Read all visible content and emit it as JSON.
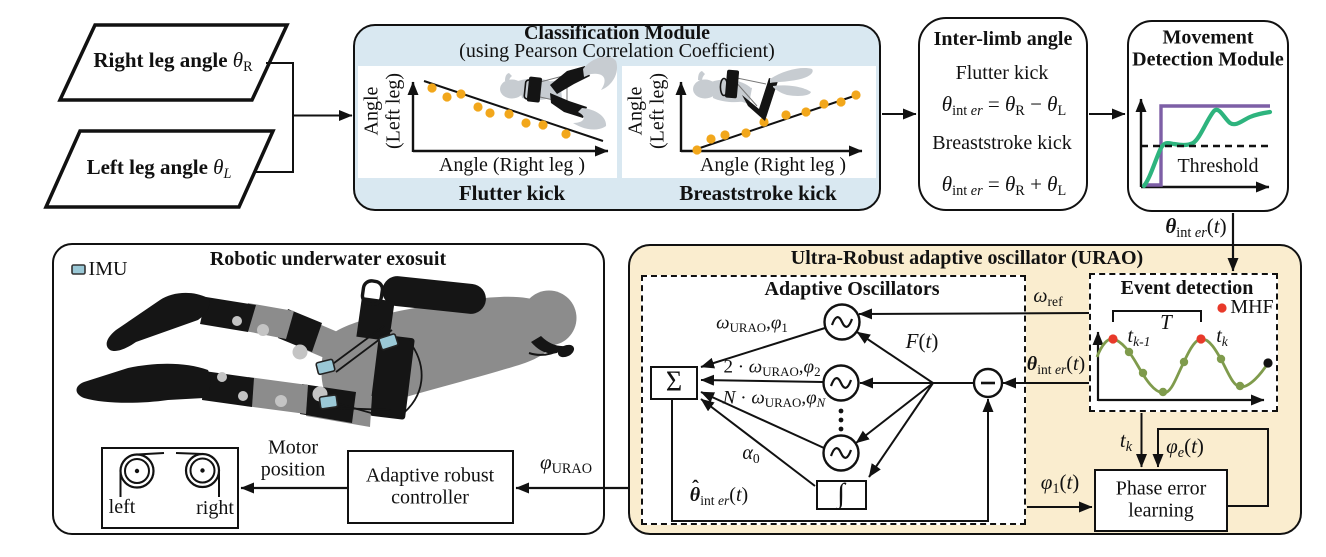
{
  "colors": {
    "ink": "#111111",
    "cls_bg": "#d9e8f1",
    "urao_bg": "#faedcf",
    "imu_fill": "#9ac8d6",
    "dot_orange": "#f2a71b",
    "line_green": "#2eb47e",
    "step_purple": "#7d5fa6",
    "wave_olive": "#7f9b4c",
    "dot_red": "#e8392a",
    "dot_black": "#111111",
    "body_grey": "#8c8c8c",
    "art_grey": "#b9b9b9"
  },
  "inputs": {
    "right_leg": [
      [
        "Right leg angle ",
        "b"
      ],
      [
        "θ",
        "i"
      ],
      [
        "R",
        "s"
      ]
    ],
    "left_leg": [
      [
        "Left leg angle ",
        "b"
      ],
      [
        "θ",
        "i"
      ],
      [
        "L",
        "si"
      ]
    ]
  },
  "classification": {
    "title": "Classification Module",
    "subtitle": "(using Pearson Correlation Coefficient)",
    "flutter": {
      "ylabel_line1": "Angle",
      "ylabel_line2": "(Left leg)",
      "xlabel": "Angle (Right leg )",
      "caption": "Flutter kick"
    },
    "breaststroke": {
      "ylabel_line1": "Angle",
      "ylabel_line2": "(Left leg)",
      "xlabel": "Angle (Right leg )",
      "caption": "Breaststroke kick"
    }
  },
  "interlimb": {
    "title": "Inter-limb angle",
    "flutter_label": "Flutter kick",
    "eq_flutter": [
      [
        "θ",
        "i"
      ],
      [
        "int",
        "s"
      ],
      [
        " er",
        "si"
      ],
      [
        " = ",
        "n"
      ],
      [
        "θ",
        "i"
      ],
      [
        "R",
        "s"
      ],
      [
        " − ",
        "n"
      ],
      [
        "θ",
        "i"
      ],
      [
        "L",
        "s"
      ]
    ],
    "breaststroke_label": "Breaststroke kick",
    "eq_breaststroke": [
      [
        "θ",
        "i"
      ],
      [
        "int",
        "s"
      ],
      [
        " er",
        "si"
      ],
      [
        " = ",
        "n"
      ],
      [
        "θ",
        "i"
      ],
      [
        "R",
        "s"
      ],
      [
        " + ",
        "n"
      ],
      [
        "θ",
        "i"
      ],
      [
        "L",
        "s"
      ]
    ]
  },
  "movement": {
    "title_line1": "Movement",
    "title_line2": "Detection Module",
    "threshold": "Threshold"
  },
  "exosuit": {
    "title": "Robotic underwater exosuit",
    "imu_legend": "IMU",
    "motor_left": "left",
    "motor_right": "right",
    "motor_position_line1": "Motor",
    "motor_position_line2": "position",
    "controller_line1": "Adaptive robust",
    "controller_line2": "controller"
  },
  "urao": {
    "title": "Ultra-Robust adaptive oscillator (URAO)",
    "ao_title": "Adaptive Oscillators",
    "sigma": "Σ",
    "integral": "∫",
    "event_title": "Event detection",
    "mhf": "MHF",
    "phase_line1": "Phase error",
    "phase_line2": "learning"
  },
  "math": {
    "theta_inter_top": [
      [
        "θ",
        "bi"
      ],
      [
        "int",
        "s"
      ],
      [
        " er",
        "si"
      ],
      [
        "(",
        "n"
      ],
      [
        "t",
        "i"
      ],
      [
        ")",
        "n"
      ]
    ],
    "theta_inter_in": [
      [
        "θ",
        "bi"
      ],
      [
        "int",
        "s"
      ],
      [
        " er",
        "si"
      ],
      [
        "(",
        "n"
      ],
      [
        "t",
        "i"
      ],
      [
        ")",
        "n"
      ]
    ],
    "omega_ref": [
      [
        "ω",
        "i"
      ],
      [
        "ref",
        "s"
      ]
    ],
    "omega_1": [
      [
        "ω",
        "i"
      ],
      [
        "URAO",
        "s"
      ],
      [
        ",",
        "n"
      ],
      [
        "φ",
        "i"
      ],
      [
        "1",
        "s"
      ]
    ],
    "omega_2": [
      [
        "2 · ",
        "n"
      ],
      [
        "ω",
        "i"
      ],
      [
        "URAO",
        "s"
      ],
      [
        ",",
        "n"
      ],
      [
        "φ",
        "i"
      ],
      [
        "2",
        "s"
      ]
    ],
    "omega_N": [
      [
        "N",
        "i"
      ],
      [
        " · ",
        "n"
      ],
      [
        "ω",
        "i"
      ],
      [
        "URAO",
        "s"
      ],
      [
        ",",
        "n"
      ],
      [
        "φ",
        "i"
      ],
      [
        "N",
        "si"
      ]
    ],
    "alpha_0": [
      [
        "α",
        "i"
      ],
      [
        "0",
        "s"
      ]
    ],
    "theta_hat": [
      [
        "θˆ",
        "bih"
      ],
      [
        "int",
        "s"
      ],
      [
        " er",
        "si"
      ],
      [
        "(",
        "n"
      ],
      [
        "t",
        "i"
      ],
      [
        ")",
        "n"
      ]
    ],
    "F_t": [
      [
        "F",
        "i"
      ],
      [
        "(",
        "n"
      ],
      [
        "t",
        "i"
      ],
      [
        ")",
        "n"
      ]
    ],
    "phi_urao": [
      [
        "φ",
        "i"
      ],
      [
        "URAO",
        "s"
      ]
    ],
    "phi_1_t": [
      [
        "φ",
        "i"
      ],
      [
        "1",
        "s"
      ],
      [
        "(",
        "n"
      ],
      [
        "t",
        "i"
      ],
      [
        ")",
        "n"
      ]
    ],
    "phi_e_t": [
      [
        "φ",
        "i"
      ],
      [
        "e",
        "si"
      ],
      [
        "(",
        "n"
      ],
      [
        "t",
        "i"
      ],
      [
        ")",
        "n"
      ]
    ],
    "t_k_arrow": [
      [
        "t",
        "i"
      ],
      [
        "k",
        "si"
      ]
    ],
    "t_k_minus1": [
      [
        "t",
        "i"
      ],
      [
        "k-1",
        "si"
      ]
    ],
    "t_k_peak": [
      [
        "t",
        "i"
      ],
      [
        "k",
        "si"
      ]
    ],
    "T_bracket": [
      [
        "T",
        "i"
      ]
    ]
  }
}
